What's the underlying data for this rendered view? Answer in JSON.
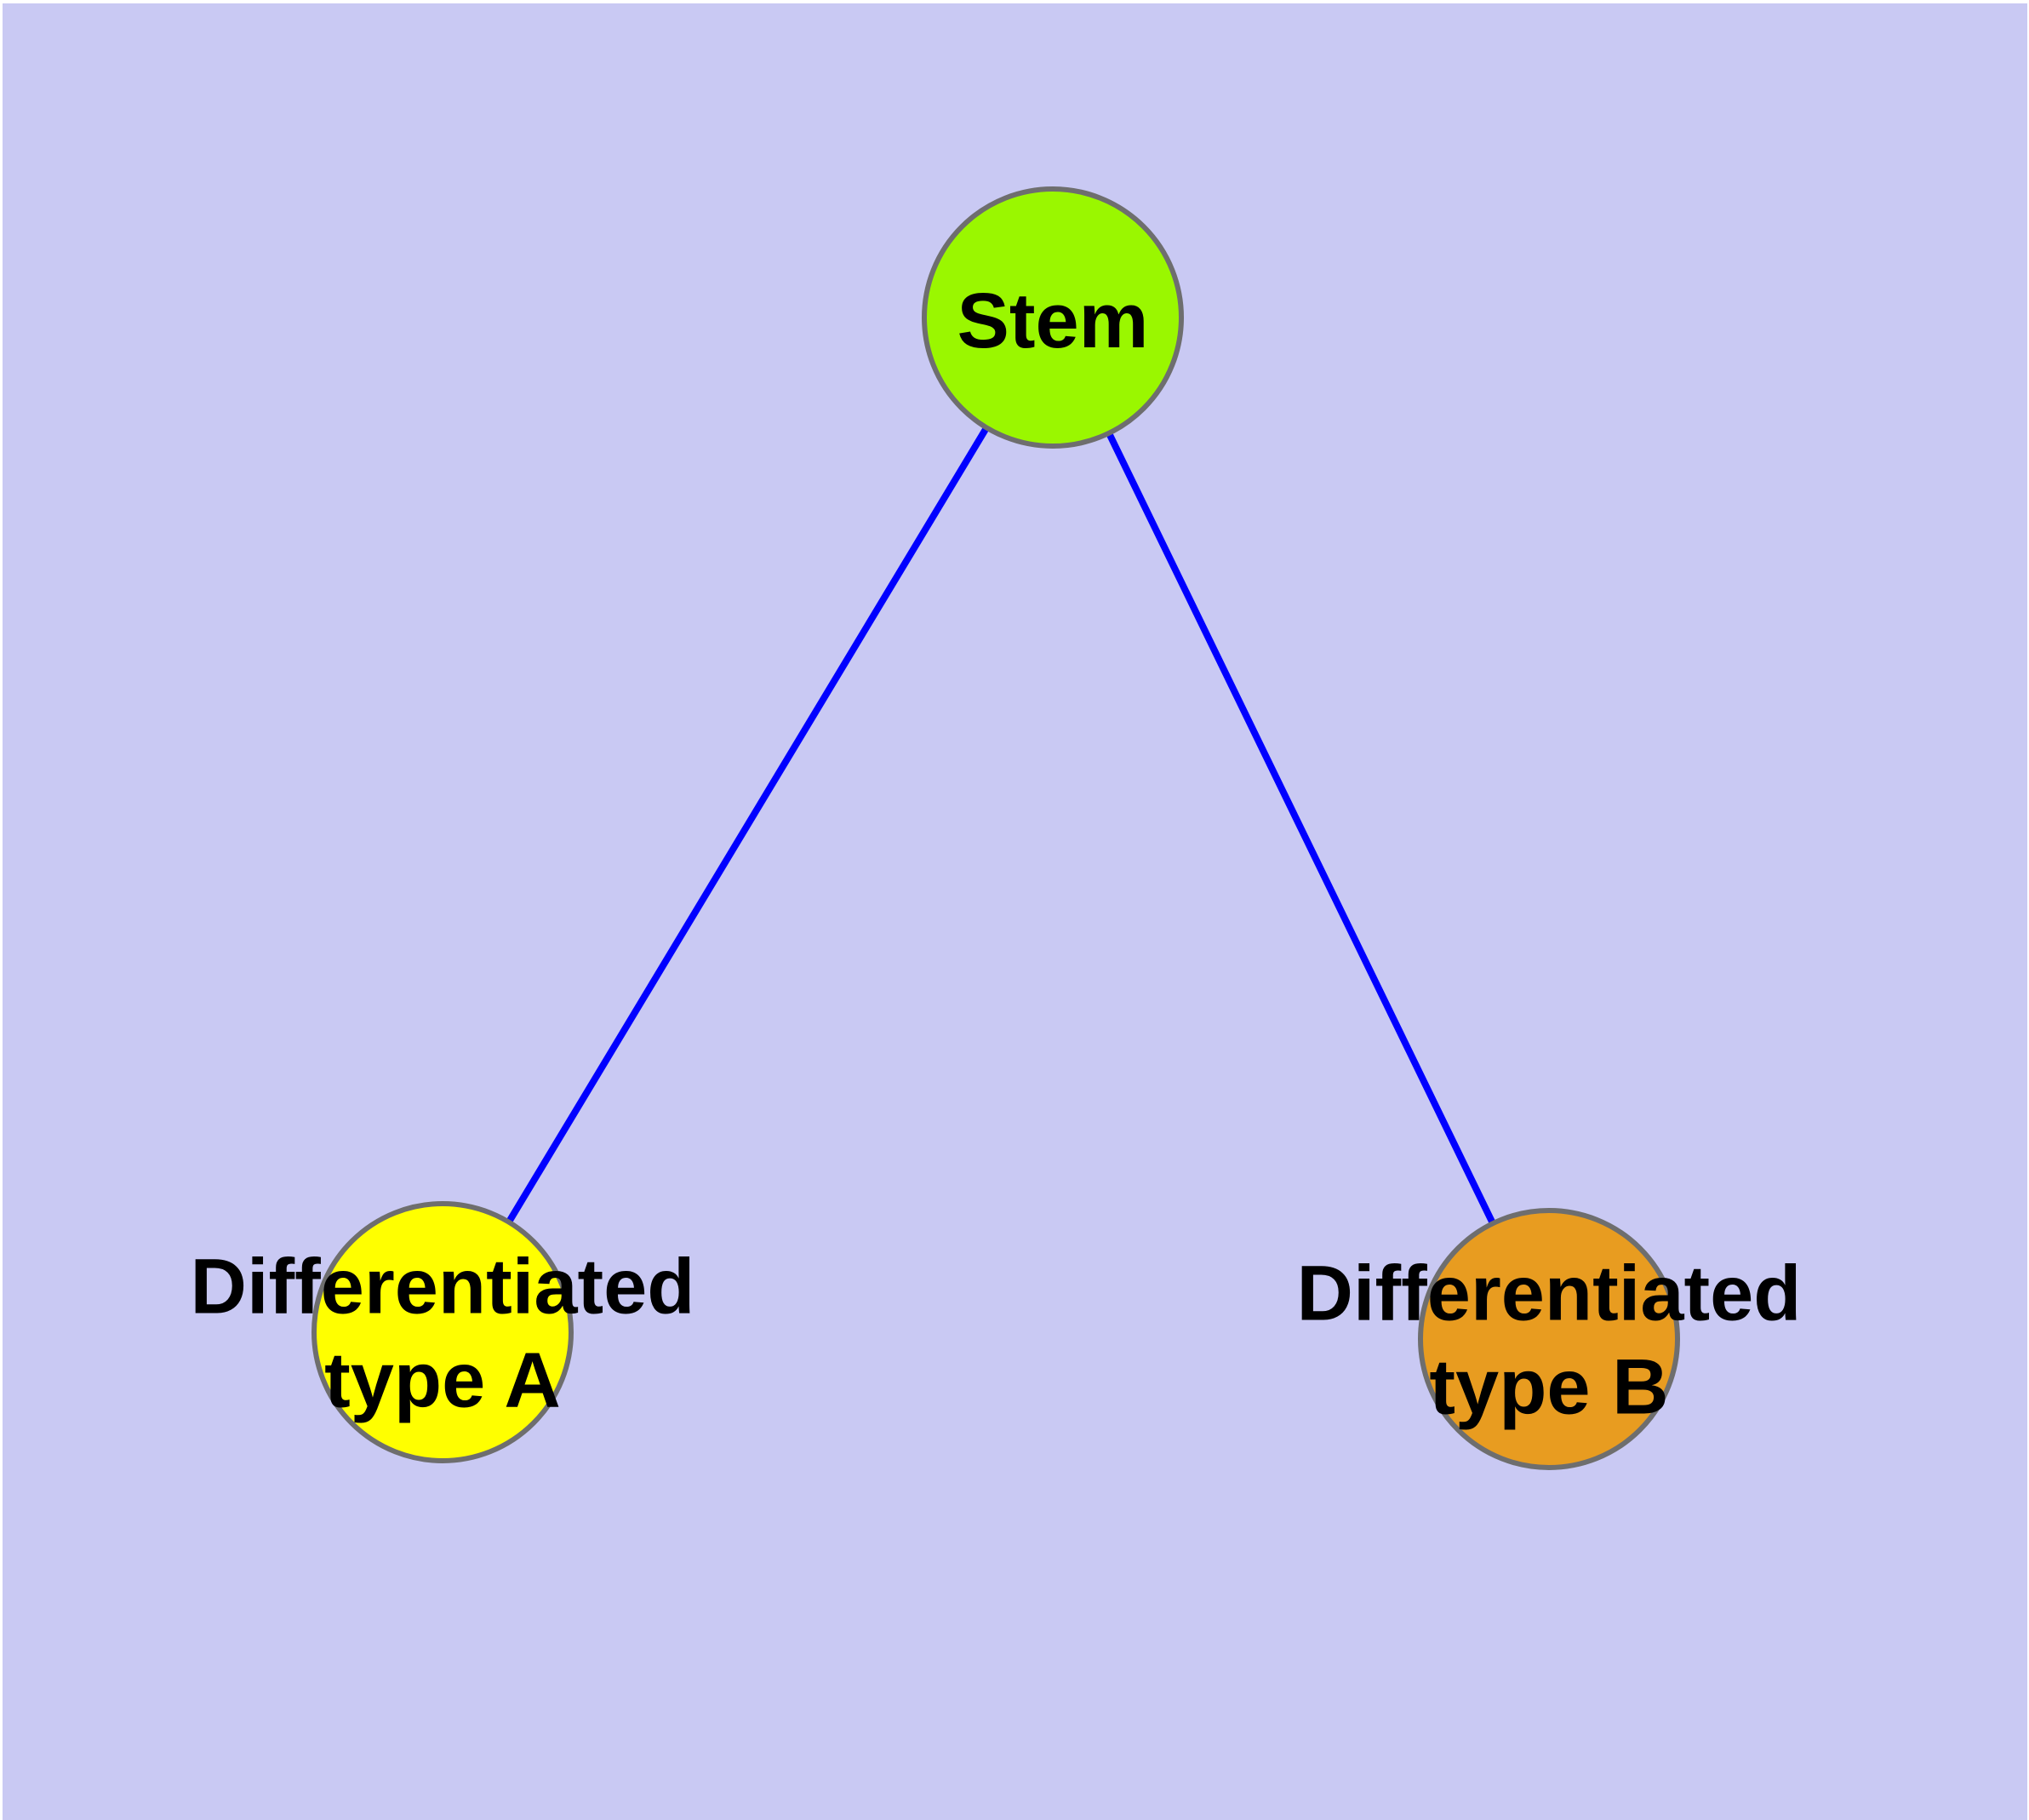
{
  "graph": {
    "page_color": "#FFFFFF",
    "background_color": "#C9C9F3",
    "edge_color": "#0000FF",
    "node_border_color": "#6E6E6E",
    "text_color": "#000000",
    "nodes": [
      {
        "id": "stem",
        "label": "Stem",
        "color": "#9AF700"
      },
      {
        "id": "differentiated-type-a",
        "label": "Differentiated\ntype A",
        "color": "#FFFF00"
      },
      {
        "id": "differentiated-type-b",
        "label": "Differentiated\ntype B",
        "color": "#E89C20"
      }
    ],
    "edges": [
      {
        "from": "stem",
        "to": "differentiated-type-a"
      },
      {
        "from": "stem",
        "to": "differentiated-type-b"
      }
    ]
  }
}
